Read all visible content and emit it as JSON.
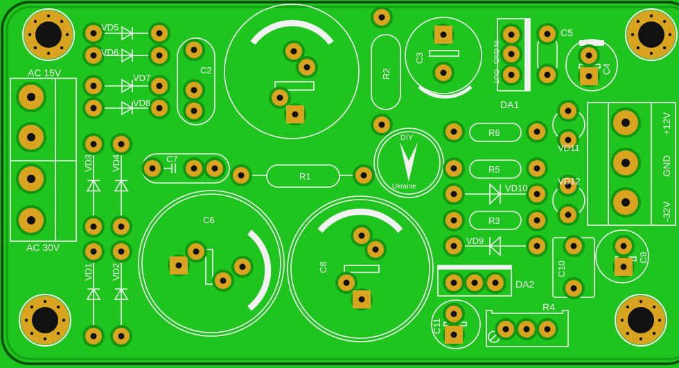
{
  "board": {
    "colors": {
      "board": "#1fc41f",
      "edge": "#0b4f0b",
      "pad": "#d9a520",
      "hole": "#111111",
      "silk": "#f2f2f2",
      "pad_ring": "#129612"
    }
  },
  "connectors": {
    "ac_top": "AC 15V",
    "ac_bottom": "AC 30V",
    "out_plus": "+12V",
    "out_gnd": "GND",
    "out_minus": "-32V"
  },
  "da1_pins": {
    "in": "IN",
    "gnd": "GND",
    "out": "OUT"
  },
  "labels": {
    "VD1": "VD1",
    "VD2": "VD2",
    "VD3": "VD3",
    "VD4": "VD4",
    "VD5": "VD5",
    "VD6": "VD6",
    "VD7": "VD7",
    "VD8": "VD8",
    "VD9": "VD9",
    "VD10": "VD10",
    "VD11": "VD11",
    "VD12": "VD12",
    "C2": "C2",
    "C3": "C3",
    "C4": "C4",
    "C5": "C5",
    "C6": "C6",
    "C7": "C7",
    "C8": "C8",
    "C9": "C9",
    "C10": "C10",
    "C11": "C11",
    "R1": "R1",
    "R2": "R2",
    "R3": "R3",
    "R4": "R4",
    "R5": "R5",
    "R6": "R6",
    "DA1": "DA1",
    "DA2": "DA2"
  },
  "logo": {
    "top": "DIY",
    "bottom": "Ukraine"
  }
}
